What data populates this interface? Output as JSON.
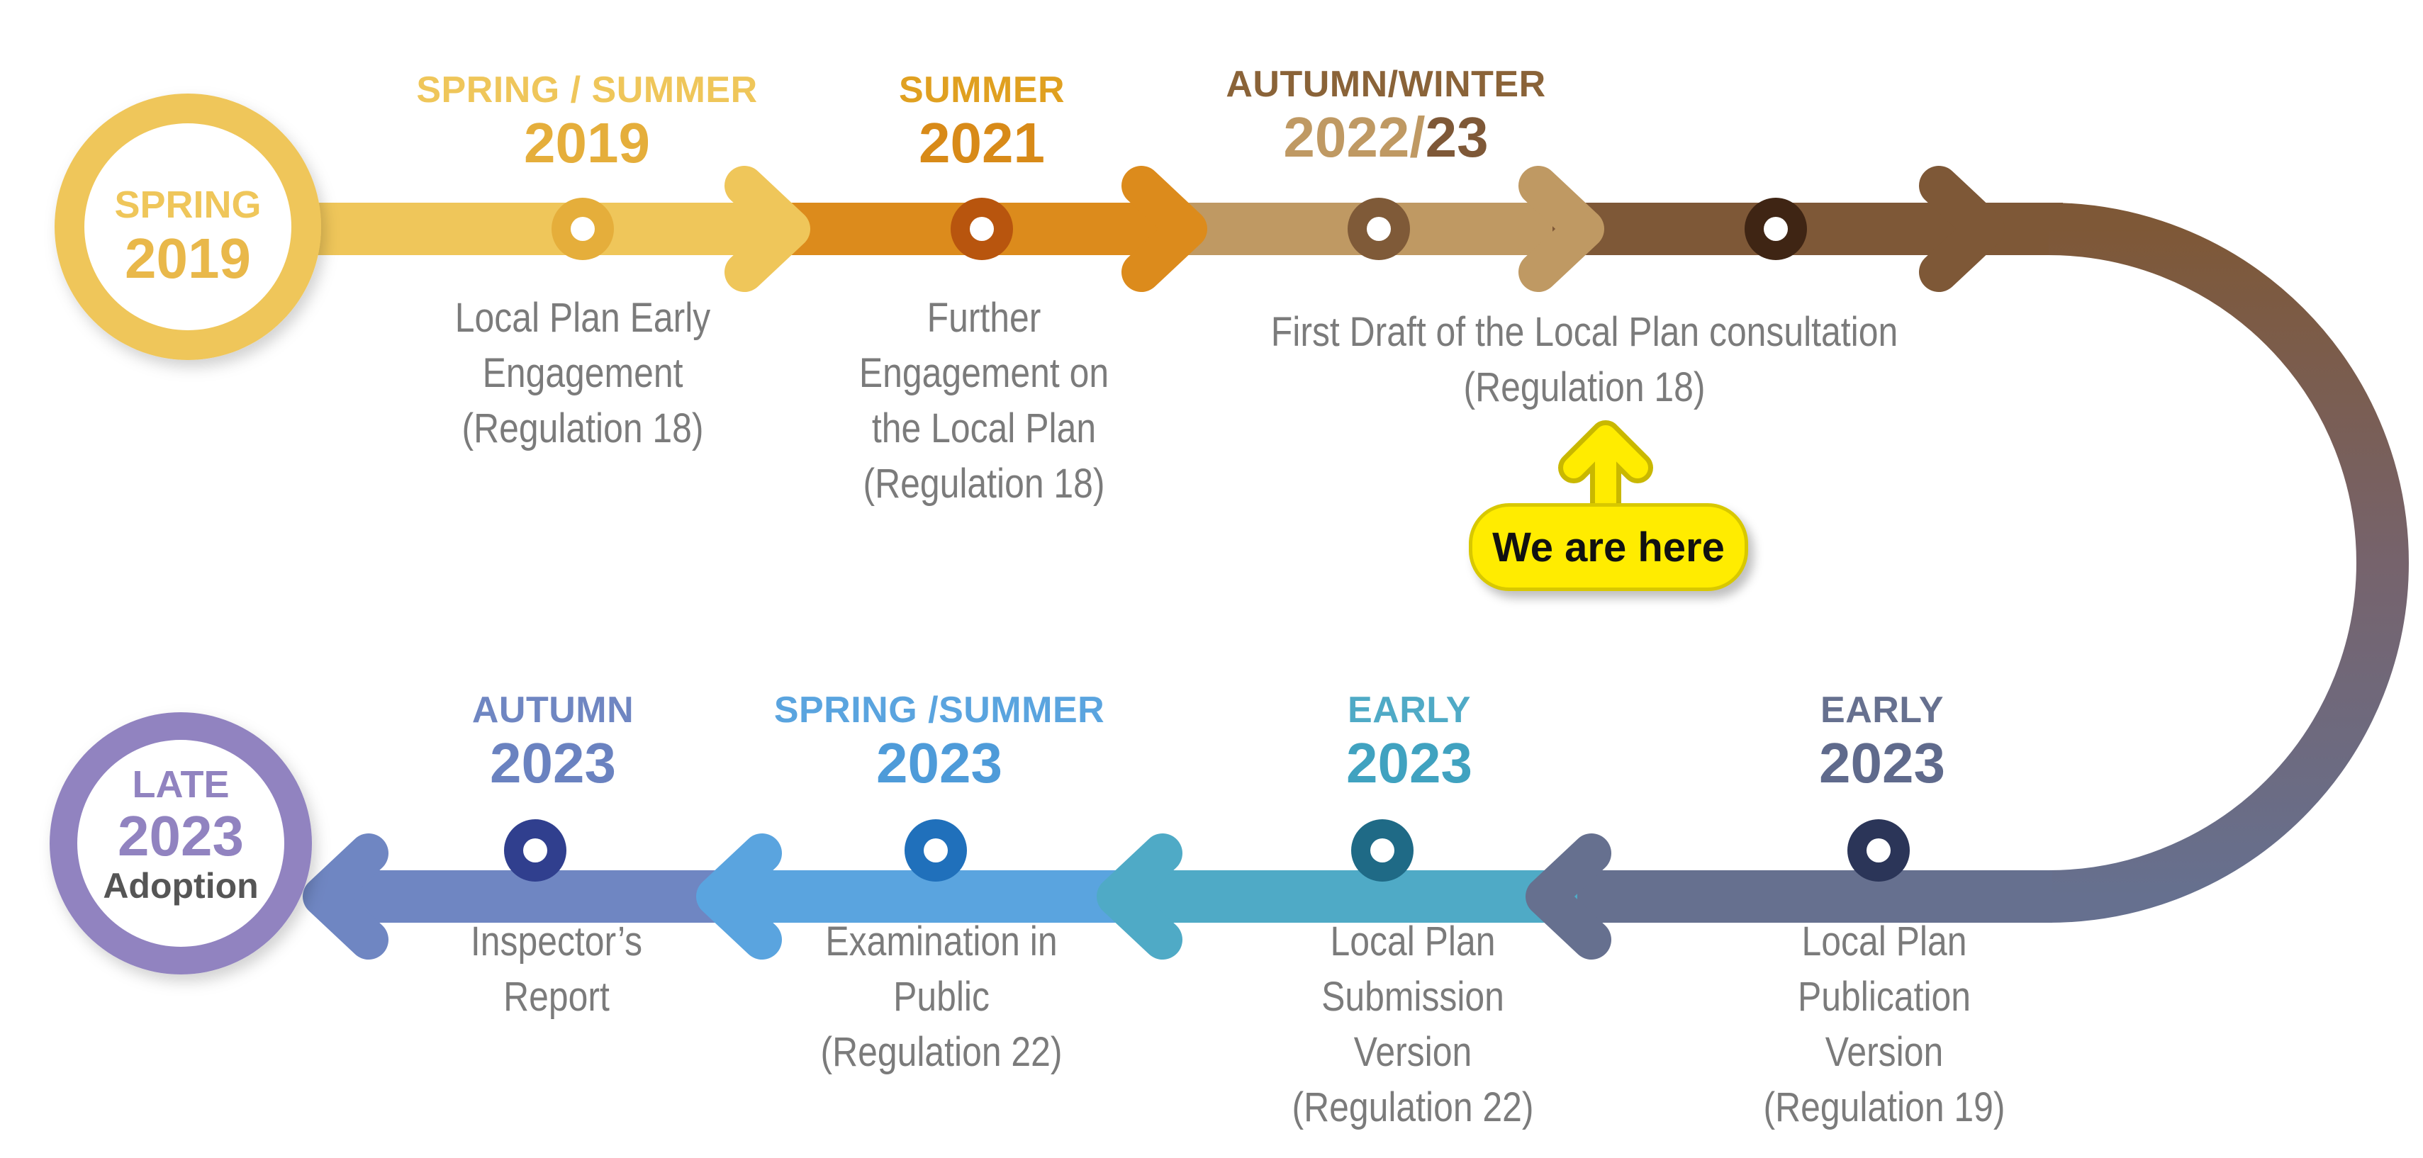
{
  "colors": {
    "yellow": "#efc65a",
    "orange": "#dc8b1c",
    "tan": "#bf9963",
    "brown": "#7e5837",
    "slate": "#66708f",
    "teal": "#4faac6",
    "sky": "#5aa4df",
    "periwinkle": "#6f86c2",
    "lavender": "#9183c0",
    "desc_gray": "#7b7b7b",
    "highlight_yellow": "#ffec00"
  },
  "start": {
    "season": "SPRING",
    "year": "2019"
  },
  "end": {
    "season": "LATE",
    "year": "2023",
    "label": "Adoption"
  },
  "stages_top": [
    {
      "season": "SPRING / SUMMER",
      "year": "2019",
      "lines": [
        "Local Plan Early",
        "Engagement",
        "(Regulation 18)"
      ]
    },
    {
      "season": "SUMMER",
      "year": "2021",
      "lines": [
        "Further",
        "Engagement on",
        "the Local Plan",
        "(Regulation 18)"
      ]
    },
    {
      "season": "AUTUMN/WINTER",
      "year_a": "2022/",
      "year_b": "23",
      "lines": [
        "First Draft of the Local Plan consultation",
        "(Regulation 18)"
      ]
    }
  ],
  "stages_bottom": [
    {
      "season": "EARLY",
      "year": "2023",
      "lines": [
        "Local Plan",
        "Publication",
        "Version",
        "(Regulation 19)"
      ]
    },
    {
      "season": "EARLY",
      "year": "2023",
      "lines": [
        "Local Plan",
        "Submission",
        "Version",
        "(Regulation 22)"
      ]
    },
    {
      "season": "SPRING /SUMMER",
      "year": "2023",
      "lines": [
        "Examination in",
        "Public",
        "(Regulation 22)"
      ]
    },
    {
      "season": "AUTUMN",
      "year": "2023",
      "lines": [
        "Inspector’s",
        "Report"
      ]
    }
  ],
  "marker": {
    "label": "We are here"
  }
}
